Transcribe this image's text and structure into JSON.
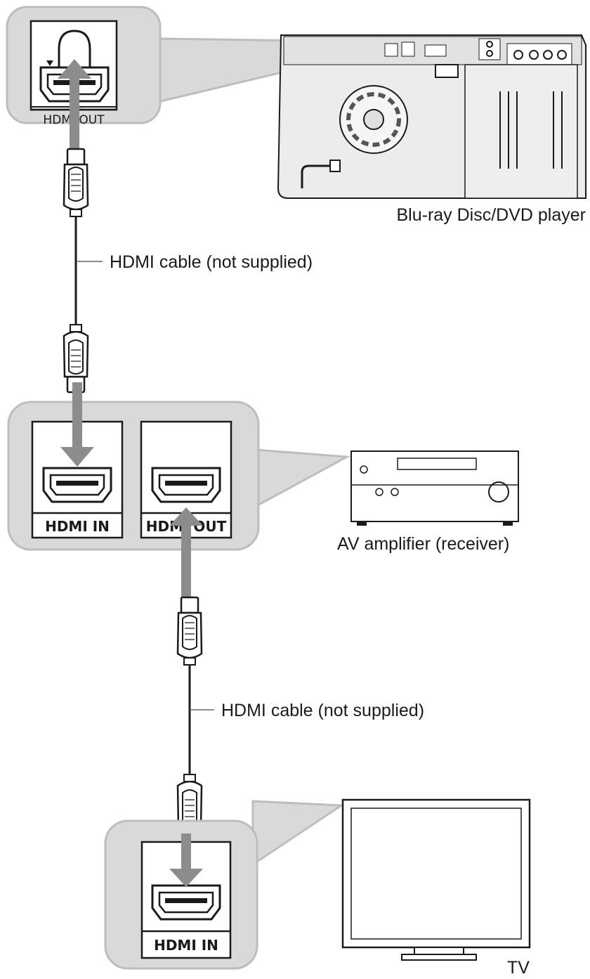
{
  "devices": {
    "player": "Blu-ray Disc/DVD player",
    "amplifier": "AV amplifier (receiver)",
    "tv": "TV"
  },
  "cables": {
    "upper": "HDMI cable (not supplied)",
    "lower": "HDMI cable (not supplied)"
  },
  "ports": {
    "player_out": "HDMI OUT",
    "amp_in": "HDMI IN",
    "amp_out": "HDMI OUT",
    "tv_in": "HDMI IN"
  },
  "colors": {
    "callout_fill": "#d9d9d9",
    "callout_stroke": "#bdbdbd",
    "arrow": "#8c8c8c",
    "line": "#1a1a1a"
  }
}
